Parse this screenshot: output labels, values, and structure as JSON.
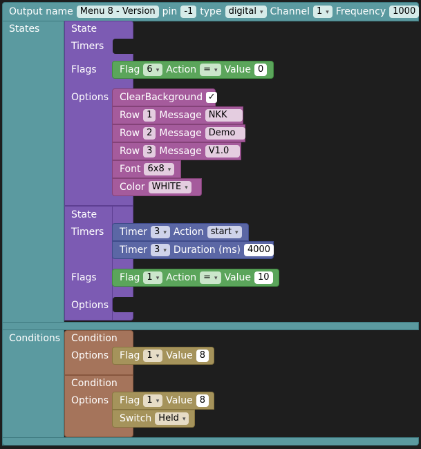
{
  "output": {
    "output_name_label": "Output name",
    "output_name_value": "Menu 8 - Version",
    "pin_label": "pin",
    "pin_value": "-1",
    "type_label": "type",
    "type_value": "digital",
    "channel_label": "Channel",
    "channel_value": "1",
    "frequency_label": "Frequency",
    "frequency_value": "1000",
    "states_label": "States",
    "conditions_label": "Conditions"
  },
  "states": [
    {
      "state_label": "State",
      "timers_label": "Timers",
      "flags_label": "Flags",
      "options_label": "Options",
      "flag": {
        "flag_label": "Flag",
        "flag_value": "6",
        "action_label": "Action",
        "action_value": "=",
        "value_label": "Value",
        "value_value": "0"
      },
      "options": {
        "clear_label": "ClearBackground",
        "clear_check": "✓",
        "rows": [
          {
            "row_label": "Row",
            "row_value": "1",
            "message_label": "Message",
            "message_value": "NKK"
          },
          {
            "row_label": "Row",
            "row_value": "2",
            "message_label": "Message",
            "message_value": "Demo"
          },
          {
            "row_label": "Row",
            "row_value": "3",
            "message_label": "Message",
            "message_value": "V1.0"
          }
        ],
        "font_label": "Font",
        "font_value": "6x8",
        "color_label": "Color",
        "color_value": "WHITE"
      }
    },
    {
      "state_label": "State",
      "timers_label": "Timers",
      "flags_label": "Flags",
      "options_label": "Options",
      "timers": [
        {
          "timer_label": "Timer",
          "timer_value": "3",
          "action_label": "Action",
          "action_value": "start"
        },
        {
          "timer_label": "Timer",
          "timer_value": "3",
          "duration_label": "Duration (ms)",
          "duration_value": "4000"
        }
      ],
      "flag": {
        "flag_label": "Flag",
        "flag_value": "1",
        "action_label": "Action",
        "action_value": "=",
        "value_label": "Value",
        "value_value": "10"
      }
    }
  ],
  "conditions": [
    {
      "condition_label": "Condition",
      "options_label": "Options",
      "flag": {
        "flag_label": "Flag",
        "flag_value": "1",
        "value_label": "Value",
        "value_value": "8"
      }
    },
    {
      "condition_label": "Condition",
      "options_label": "Options",
      "flag": {
        "flag_label": "Flag",
        "flag_value": "1",
        "value_label": "Value",
        "value_value": "8"
      },
      "switch": {
        "switch_label": "Switch",
        "switch_value": "Held"
      }
    }
  ],
  "colors": {
    "output_block": "#5b9aa0",
    "state_block": "#7c5bb3",
    "flag_block": "#5ba55b",
    "option_block": "#a55b9c",
    "timer_block": "#5b67a5",
    "condition_block": "#a5745b",
    "condition_option_block": "#a5935b",
    "workspace": "#1e1e1e"
  }
}
